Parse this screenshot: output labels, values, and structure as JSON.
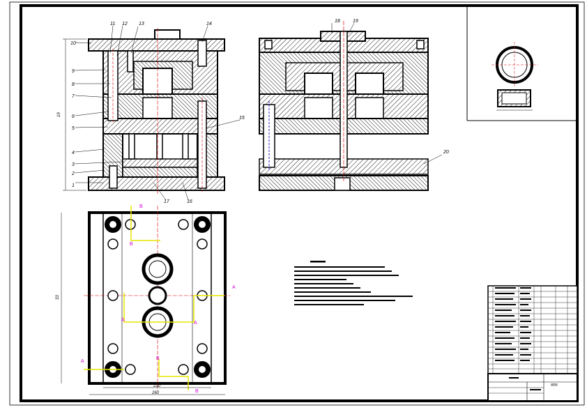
{
  "drawing": {
    "part_labels": [
      "1",
      "2",
      "3",
      "4",
      "5",
      "6",
      "7",
      "8",
      "9",
      "10",
      "11",
      "12",
      "13",
      "14",
      "15",
      "16",
      "17",
      "18",
      "19",
      "20"
    ],
    "dim_height_front": "19",
    "dim_plate_height": "33",
    "dim_width_inner": "210",
    "dim_width_outer": "260",
    "section_marks": [
      "A",
      "A",
      "A",
      "A",
      "B",
      "B",
      "B",
      "B"
    ],
    "title_block": {
      "drawing_title": "装配图"
    }
  }
}
